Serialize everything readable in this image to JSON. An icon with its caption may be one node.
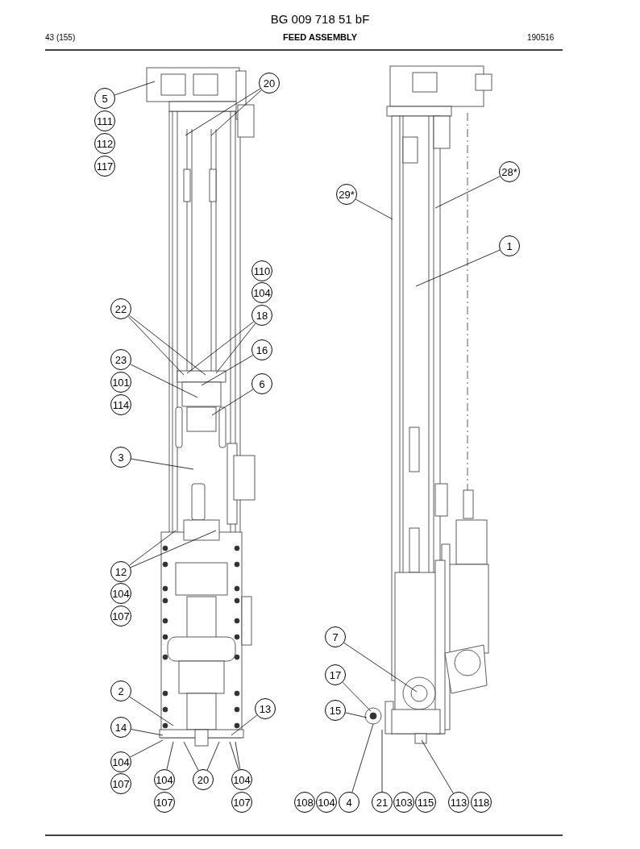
{
  "diagram": {
    "title": "FEED ASSEMBLY",
    "nodes": [
      {
        "text": [
          "5"
        ]
      },
      {
        "text": [
          "111"
        ]
      },
      {
        "text": [
          "112"
        ]
      },
      {
        "text": [
          "117"
        ]
      },
      {
        "text": [
          "20"
        ]
      },
      {
        "text": [
          "110"
        ]
      },
      {
        "text": [
          "104"
        ]
      },
      {
        "text": [
          "22"
        ]
      },
      {
        "text": [
          "18"
        ]
      },
      {
        "text": [
          "16"
        ]
      },
      {
        "text": [
          "23"
        ]
      },
      {
        "text": [
          "101"
        ]
      },
      {
        "text": [
          "114"
        ]
      },
      {
        "text": [
          "6"
        ]
      },
      {
        "text": [
          "3"
        ]
      },
      {
        "text": [
          "12"
        ]
      },
      {
        "text": [
          "104"
        ]
      },
      {
        "text": [
          "107"
        ]
      },
      {
        "text": [
          "2"
        ]
      },
      {
        "text": [
          "13"
        ]
      },
      {
        "text": [
          "14"
        ]
      },
      {
        "text": [
          "104"
        ]
      },
      {
        "text": [
          "107"
        ]
      },
      {
        "text": [
          "104"
        ]
      },
      {
        "text": [
          "20"
        ]
      },
      {
        "text": [
          "104"
        ]
      },
      {
        "text": [
          "107"
        ]
      },
      {
        "text": [
          "107"
        ]
      },
      {
        "text": [
          "28*"
        ]
      },
      {
        "text": [
          "29*"
        ]
      },
      {
        "text": [
          "1"
        ]
      },
      {
        "text": [
          "7"
        ]
      },
      {
        "text": [
          "17"
        ]
      },
      {
        "text": [
          "15"
        ]
      },
      {
        "text": [
          "108"
        ]
      },
      {
        "text": [
          "104"
        ]
      },
      {
        "text": [
          "4"
        ]
      },
      {
        "text": [
          "21"
        ]
      },
      {
        "text": [
          "103"
        ]
      },
      {
        "text": [
          "115"
        ]
      },
      {
        "text": [
          "113"
        ]
      },
      {
        "text": [
          "118"
        ]
      }
    ],
    "edges": [
      {
        "from": 0,
        "to": null,
        "arrow": "none"
      },
      {
        "from": 4,
        "to": null,
        "arrow": "none"
      },
      {
        "from": 4,
        "to": null,
        "arrow": "none"
      },
      {
        "from": 7,
        "to": null,
        "arrow": "none"
      },
      {
        "from": 7,
        "to": null,
        "arrow": "none"
      },
      {
        "from": 8,
        "to": null,
        "arrow": "none"
      },
      {
        "from": 8,
        "to": null,
        "arrow": "none"
      },
      {
        "from": 9,
        "to": null,
        "arrow": "none"
      },
      {
        "from": 10,
        "to": null,
        "arrow": "none"
      },
      {
        "from": 13,
        "to": null,
        "arrow": "none"
      },
      {
        "from": 14,
        "to": null,
        "arrow": "none"
      },
      {
        "from": 15,
        "to": null,
        "arrow": "none"
      },
      {
        "from": 15,
        "to": null,
        "arrow": "none"
      },
      {
        "from": 18,
        "to": null,
        "arrow": "none"
      },
      {
        "from": 19,
        "to": null,
        "arrow": "none"
      },
      {
        "from": 20,
        "to": null,
        "arrow": "none"
      },
      {
        "from": 21,
        "to": null,
        "arrow": "none"
      },
      {
        "from": 23,
        "to": null,
        "arrow": "none"
      },
      {
        "from": 24,
        "to": null,
        "arrow": "none"
      },
      {
        "from": 24,
        "to": null,
        "arrow": "none"
      },
      {
        "from": 25,
        "to": null,
        "arrow": "none"
      },
      {
        "from": 25,
        "to": null,
        "arrow": "none"
      },
      {
        "from": 28,
        "to": null,
        "arrow": "none"
      },
      {
        "from": 29,
        "to": null,
        "arrow": "none"
      },
      {
        "from": 30,
        "to": null,
        "arrow": "none"
      },
      {
        "from": 31,
        "to": null,
        "arrow": "none"
      },
      {
        "from": 32,
        "to": null,
        "arrow": "none"
      },
      {
        "from": 33,
        "to": null,
        "arrow": "none"
      },
      {
        "from": 36,
        "to": null,
        "arrow": "none"
      },
      {
        "from": 37,
        "to": null,
        "arrow": "none"
      },
      {
        "from": 40,
        "to": null,
        "arrow": "none"
      }
    ],
    "labels": [
      "BG 009 718 51 bF",
      "43 (155)",
      "190516"
    ]
  }
}
